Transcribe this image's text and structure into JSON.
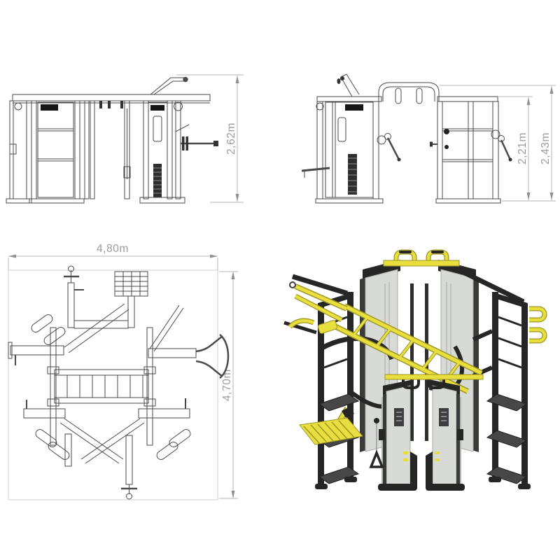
{
  "dimensions": {
    "front_height": "2,62m",
    "side_inner_height": "2,21m",
    "side_outer_height": "2,43m",
    "plan_width": "4,80m",
    "plan_depth": "4,70m"
  },
  "colors": {
    "dimension_text": "#9b9b9b",
    "dimension_line": "#b3b6b8",
    "dimension_arrow": "#8d9194",
    "drawing_line": "#4a4a4a",
    "plan_border": "#cfcfcf",
    "accent_yellow": "#e8df3e",
    "accent_yellow_dark": "#9d9526",
    "frame_black": "#262626",
    "frame_gray": "#3a3a3a",
    "tower_panel_gray": "#d8dad5",
    "shelf_gray": "#474747",
    "background": "#ffffff"
  }
}
